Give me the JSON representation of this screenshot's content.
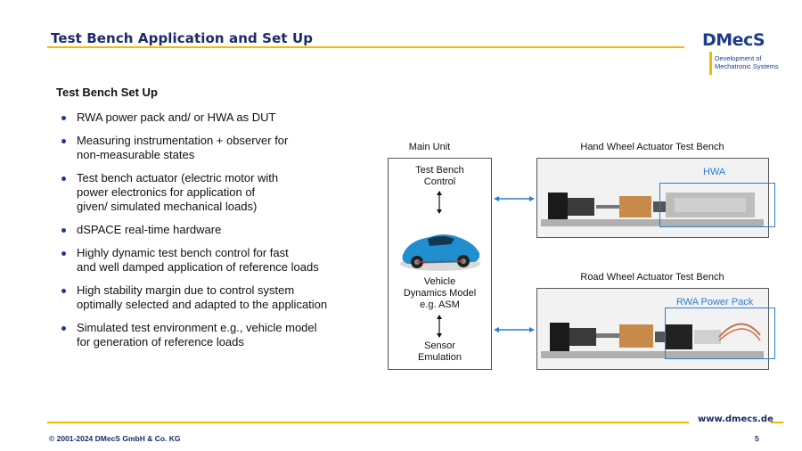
{
  "header": {
    "title": "Test Bench Application and Set Up",
    "logo": {
      "wordmark": "DMecS",
      "subtitle_line1": "Development of",
      "subtitle_line2": "Mechatronic Systems"
    }
  },
  "content": {
    "section_title": "Test Bench Set Up",
    "bullets": [
      {
        "line1": "RWA power pack and/ or HWA as DUT",
        "line2": "",
        "line3": ""
      },
      {
        "line1": "Measuring instrumentation + observer for",
        "line2": "non-measurable states",
        "line3": ""
      },
      {
        "line1": "Test bench actuator (electric motor with",
        "line2": "power electronics for application of",
        "line3": "given/ simulated mechanical loads)"
      },
      {
        "line1": "dSPACE real-time hardware",
        "line2": "",
        "line3": ""
      },
      {
        "line1": "Highly dynamic test bench control for fast",
        "line2": "and well damped application of reference loads",
        "line3": ""
      },
      {
        "line1": "High stability margin due to control system",
        "line2": "optimally selected and adapted to the application",
        "line3": ""
      },
      {
        "line1": "Simulated test environment e.g., vehicle model",
        "line2": "for generation of reference loads",
        "line3": ""
      }
    ]
  },
  "diagram": {
    "main_unit_caption": "Main Unit",
    "control_line1": "Test Bench",
    "control_line2": "Control",
    "vehicle_line1": "Vehicle",
    "vehicle_line2": "Dynamics Model",
    "vehicle_line3": "e.g. ASM",
    "sensor_line1": "Sensor",
    "sensor_line2": "Emulation",
    "hwa_caption": "Hand Wheel Actuator Test Bench",
    "hwa_label": "HWA",
    "rwa_caption": "Road Wheel Actuator Test Bench",
    "rwa_label": "RWA Power Pack"
  },
  "footer": {
    "url": "www.dmecs.de",
    "copyright": "© 2001-2024 DMecS GmbH & Co. KG",
    "page_number": "5"
  },
  "colors": {
    "title_blue": "#1a2a6c",
    "accent_yellow": "#f5b800",
    "arrow_blue": "#2a7fd4",
    "bullet_blue": "#1e3c8c"
  }
}
